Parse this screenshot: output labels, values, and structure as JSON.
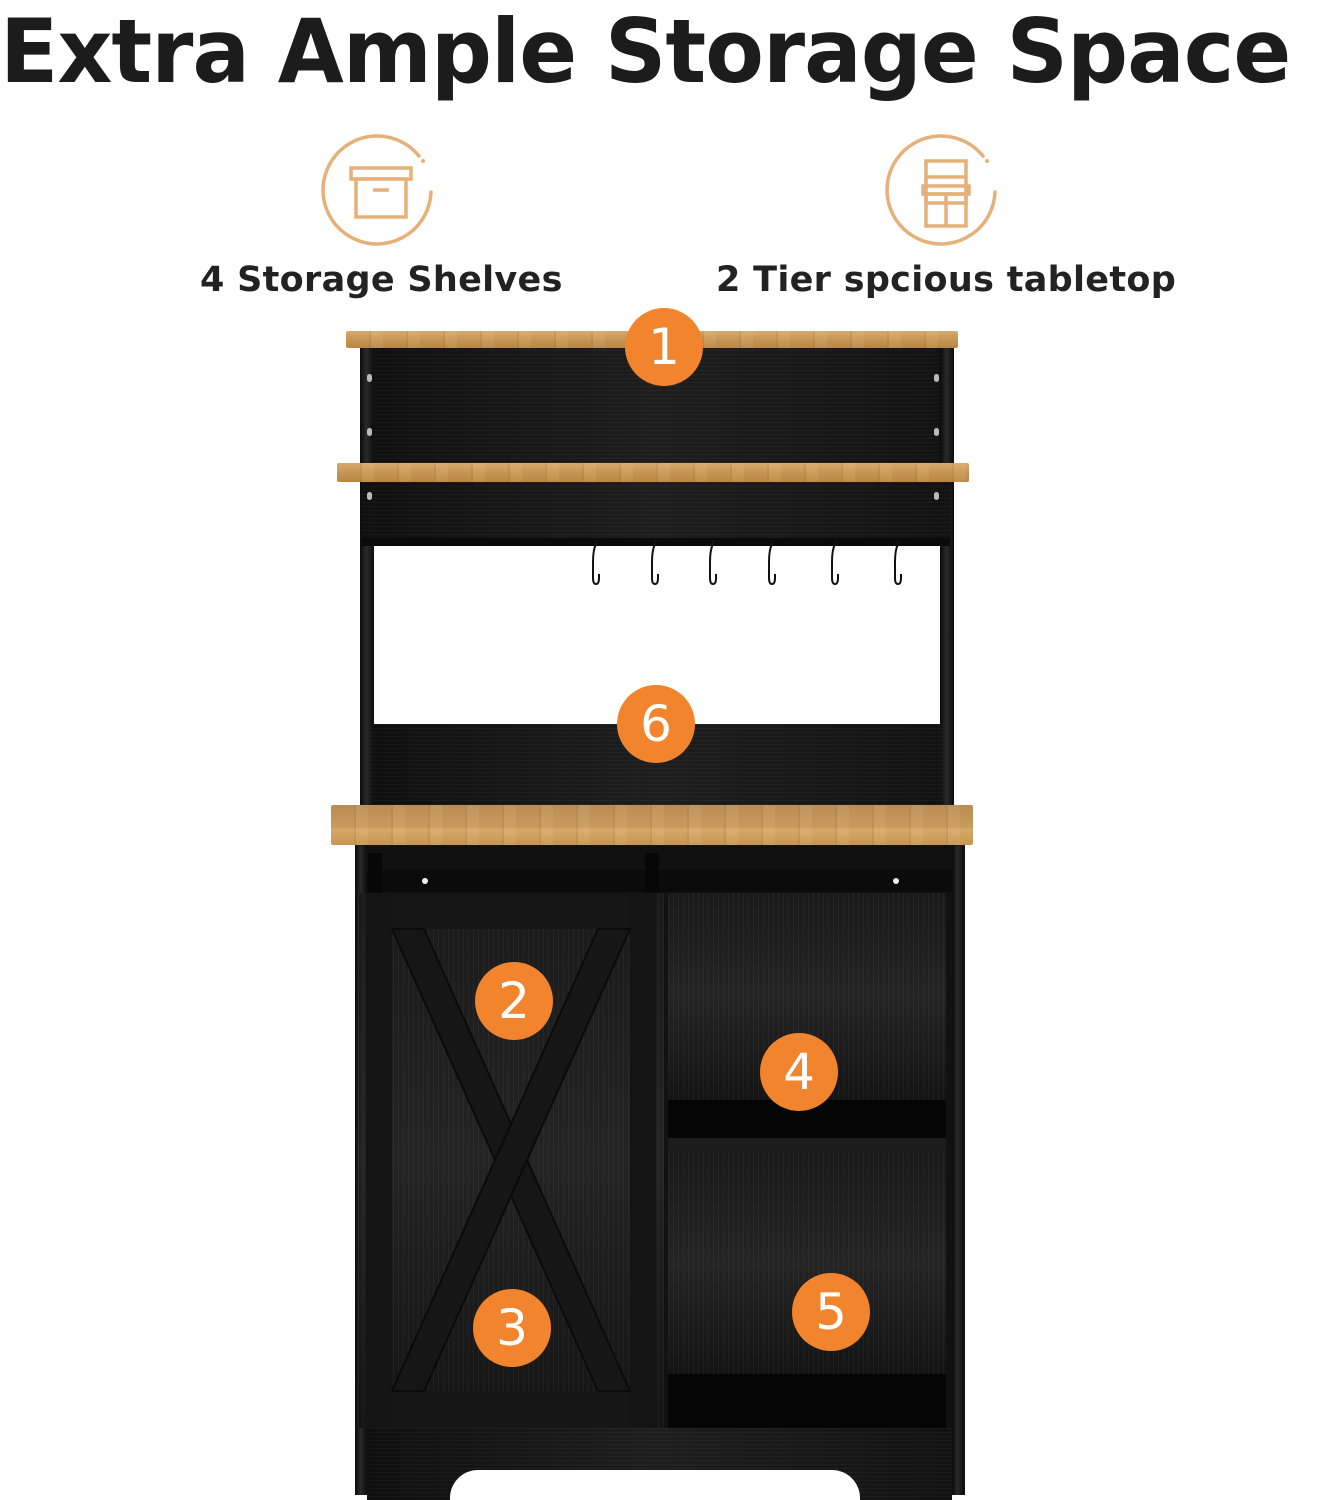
{
  "headline": "Extra Ample Storage Space",
  "features": [
    {
      "icon": "storage-box-icon",
      "label": "4 Storage Shelves"
    },
    {
      "icon": "cabinet-hutch-icon",
      "label": "2 Tier spcious tabletop"
    }
  ],
  "colors": {
    "accent_orange": "#f2842d",
    "icon_tan": "#e6b07a",
    "wood": "#c99756",
    "cabinet_black": "#151515",
    "text": "#1c1c1c"
  },
  "product": {
    "hook_count": 6,
    "callouts": [
      {
        "number": "1",
        "area": "top-shelf"
      },
      {
        "number": "2",
        "area": "door-upper-compartment"
      },
      {
        "number": "3",
        "area": "door-lower-compartment"
      },
      {
        "number": "4",
        "area": "open-upper-cubby"
      },
      {
        "number": "5",
        "area": "open-lower-cubby"
      },
      {
        "number": "6",
        "area": "countertop-tier"
      }
    ]
  }
}
